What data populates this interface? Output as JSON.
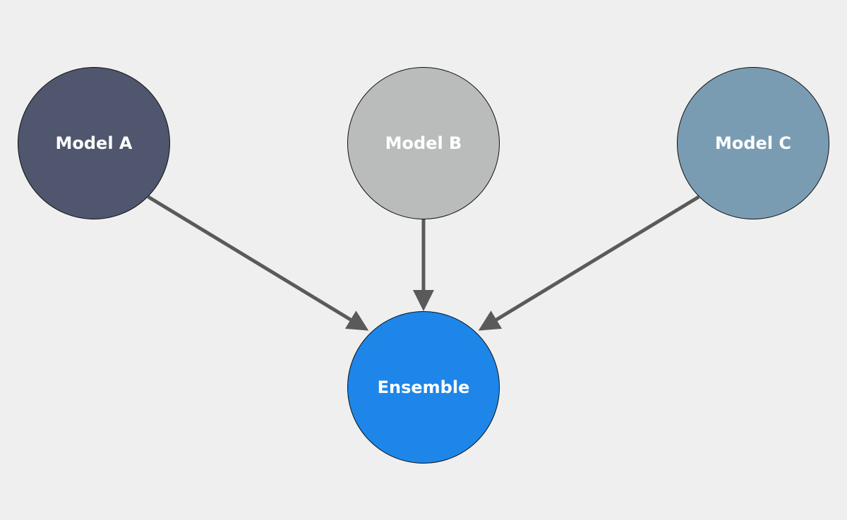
{
  "diagram": {
    "nodes": [
      {
        "id": "model-a",
        "label": "Model A",
        "color": "#4f566e"
      },
      {
        "id": "model-b",
        "label": "Model B",
        "color": "#babcbb"
      },
      {
        "id": "model-c",
        "label": "Model C",
        "color": "#7a9cb3"
      },
      {
        "id": "ensemble",
        "label": "Ensemble",
        "color": "#1e86e8"
      }
    ],
    "edges": [
      {
        "from": "model-a",
        "to": "ensemble"
      },
      {
        "from": "model-b",
        "to": "ensemble"
      },
      {
        "from": "model-c",
        "to": "ensemble"
      }
    ],
    "edge_color": "#5a5a5a",
    "background": "#efefef"
  }
}
